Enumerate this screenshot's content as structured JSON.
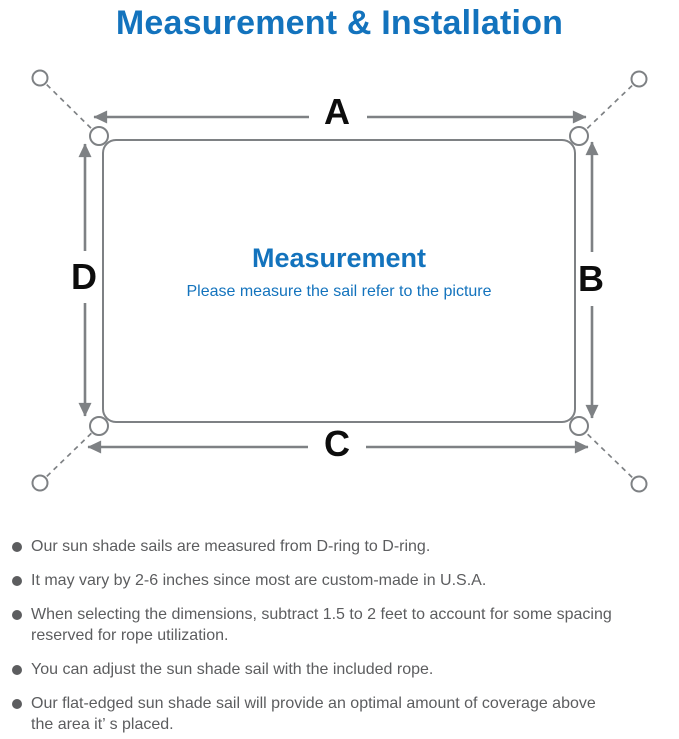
{
  "title": "Measurement & Installation",
  "diagram": {
    "center_title": "Measurement",
    "center_subtitle": "Please measure the sail refer to the picture",
    "labels": {
      "top": "A",
      "right": "B",
      "bottom": "C",
      "left": "D"
    }
  },
  "colors": {
    "accent_blue": "#1373bd",
    "line_gray": "#7e8184",
    "label_color": "#0d0d0d",
    "note_text": "#5c5d5f"
  },
  "notes": [
    "Our sun shade sails are measured from D-ring to D-ring.",
    "It may vary by 2-6 inches since most are custom-made in U.S.A.",
    "When selecting the dimensions, subtract 1.5 to 2 feet to account for some spacing\nreserved for rope utilization.",
    "You can adjust the sun shade sail with the included rope.",
    "Our flat-edged sun shade sail will provide an optimal amount of coverage above\nthe area it’ s placed."
  ]
}
